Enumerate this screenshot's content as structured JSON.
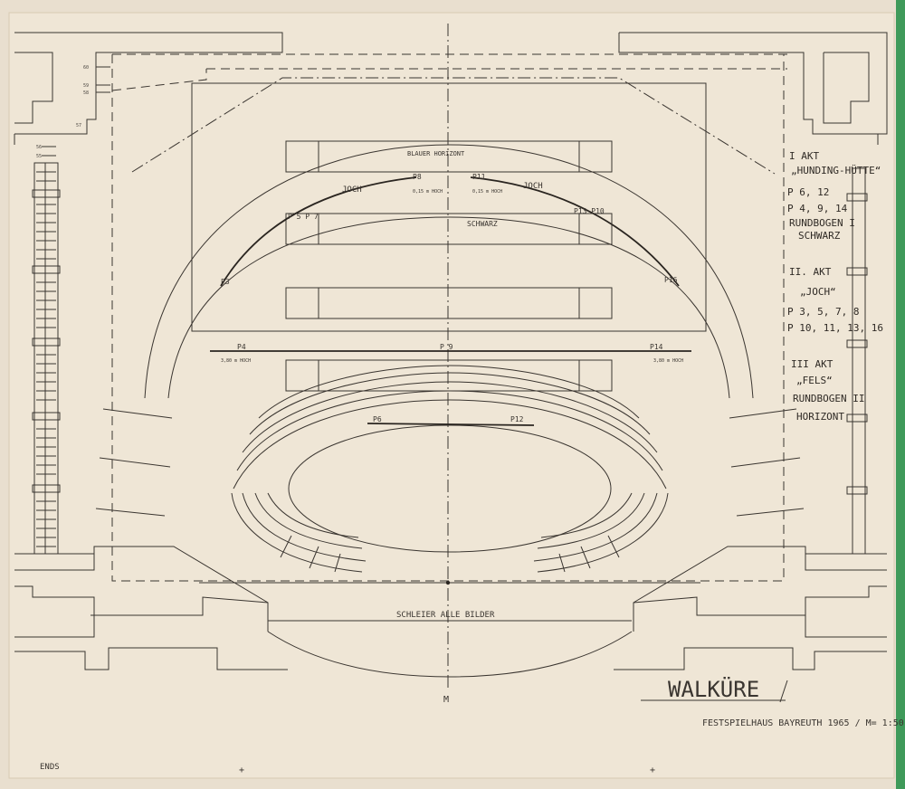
{
  "notes": {
    "akt1": "I AKT",
    "akt1_title": "„HUNDING-HÜTTE“",
    "akt1_p1": "P 6, 12",
    "akt1_p2": "P 4, 9, 14",
    "akt1_r": "RUNDBOGEN I",
    "akt1_r2": "SCHWARZ",
    "akt2": "II. AKT",
    "akt2_title": "„JOCH“",
    "akt2_p1": "P 3, 5, 7, 8",
    "akt2_p2": "P 10, 11, 13, 16",
    "akt3": "III AKT",
    "akt3_title": "„FELS“",
    "akt3_r": "RUNDBOGEN II",
    "akt3_h": "HORIZONT"
  },
  "labels": {
    "blauer": "BLAUER HORIZONT",
    "joch_l": "JOCH",
    "joch_r": "JOCH",
    "schwarz": "SCHWARZ",
    "schleier": "SCHLEIER ALLE BILDER",
    "p3": "P3",
    "p5p7": "P 5  P 7",
    "p8": "P8",
    "p8h": "0,15 m HOCH",
    "p11": "P11",
    "p11h": "0,15 m HOCH",
    "p13p10": "P13  P10",
    "p16": "P16",
    "p4": "P4",
    "p4h": "3,80 m HOCH",
    "p9": "P 9",
    "p14": "P14",
    "p14h": "3,80 m HOCH",
    "p6": "P6",
    "p12": "P12",
    "m": "M",
    "m60": "60",
    "m59": "59",
    "m58": "58",
    "m57": "57",
    "m56": "56",
    "m55": "55"
  },
  "title": {
    "main": "WALKÜRE",
    "sub": "FESTSPIELHAUS BAYREUTH 1965 / M= 1:50",
    "corner": "ENDS"
  }
}
